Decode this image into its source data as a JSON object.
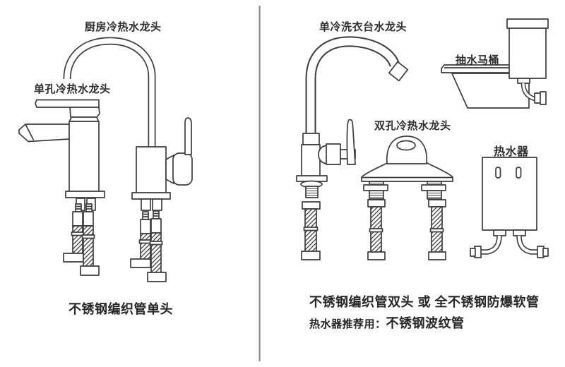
{
  "colors": {
    "background": "#ffffff",
    "line": "#3d3d3d",
    "text": "#2b2b2b",
    "divider": "#8a8a8a"
  },
  "left_panel": {
    "kitchen_faucet_label": "厨房冷热水龙头",
    "single_hole_faucet_label": "单孔冷热水龙头",
    "caption": "不锈钢编织管单头"
  },
  "right_panel": {
    "laundry_faucet_label": "单冷洗衣台水龙头",
    "toilet_label": "抽水马桶",
    "double_hole_faucet_label": "双孔冷热水龙头",
    "water_heater_label": "热水器",
    "caption_line1": "不锈钢编织管双头 或 全不锈钢防爆软管",
    "caption_line2_prefix": "热水器推荐用：",
    "caption_line2_main": "不锈钢波纹管"
  }
}
